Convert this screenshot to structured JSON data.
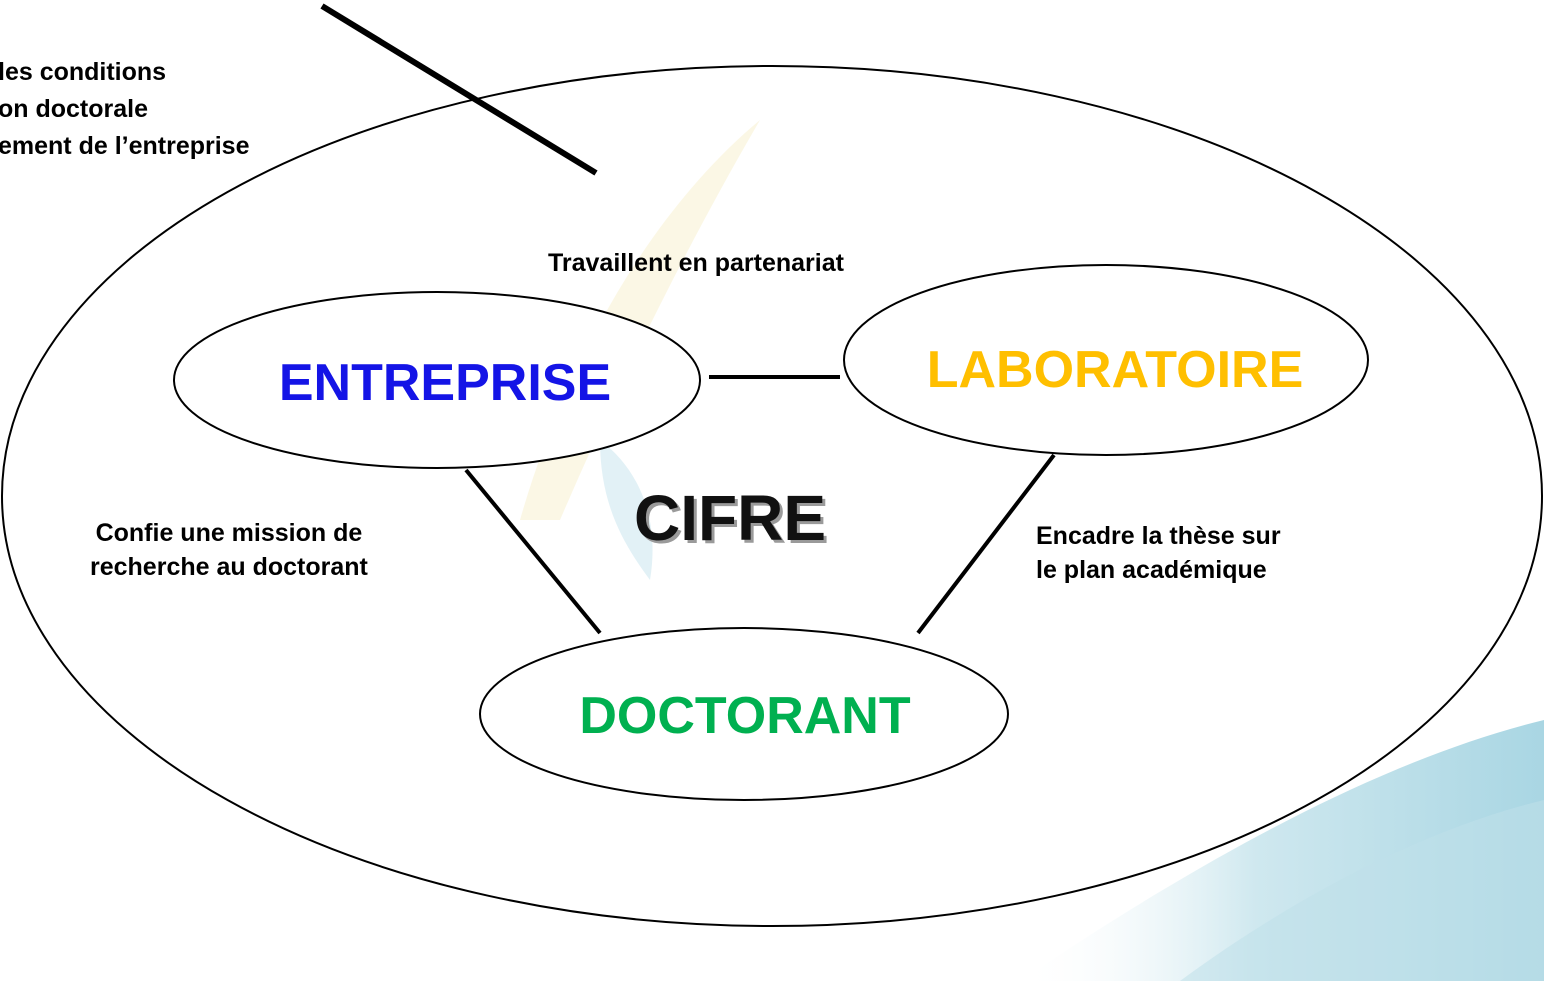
{
  "top_note": {
    "lines": [
      "les conditions",
      "on doctorale",
      "ement de l’entreprise"
    ]
  },
  "center_title": "CIFRE",
  "nodes": {
    "entreprise": {
      "label": "ENTREPRISE",
      "color": "#1414e6"
    },
    "laboratoire": {
      "label": "LABORATOIRE",
      "color": "#ffbf00"
    },
    "doctorant": {
      "label": "DOCTORANT",
      "color": "#00b050"
    }
  },
  "edges": {
    "entreprise_laboratoire": "Travaillent en partenariat",
    "entreprise_doctorant": "Confie une mission de\nrecherche au doctorant",
    "laboratoire_doctorant": "Encadre la thèse sur\nle plan académique"
  },
  "colors": {
    "stroke": "#000000",
    "background_swoosh": "#a9d6e3"
  }
}
